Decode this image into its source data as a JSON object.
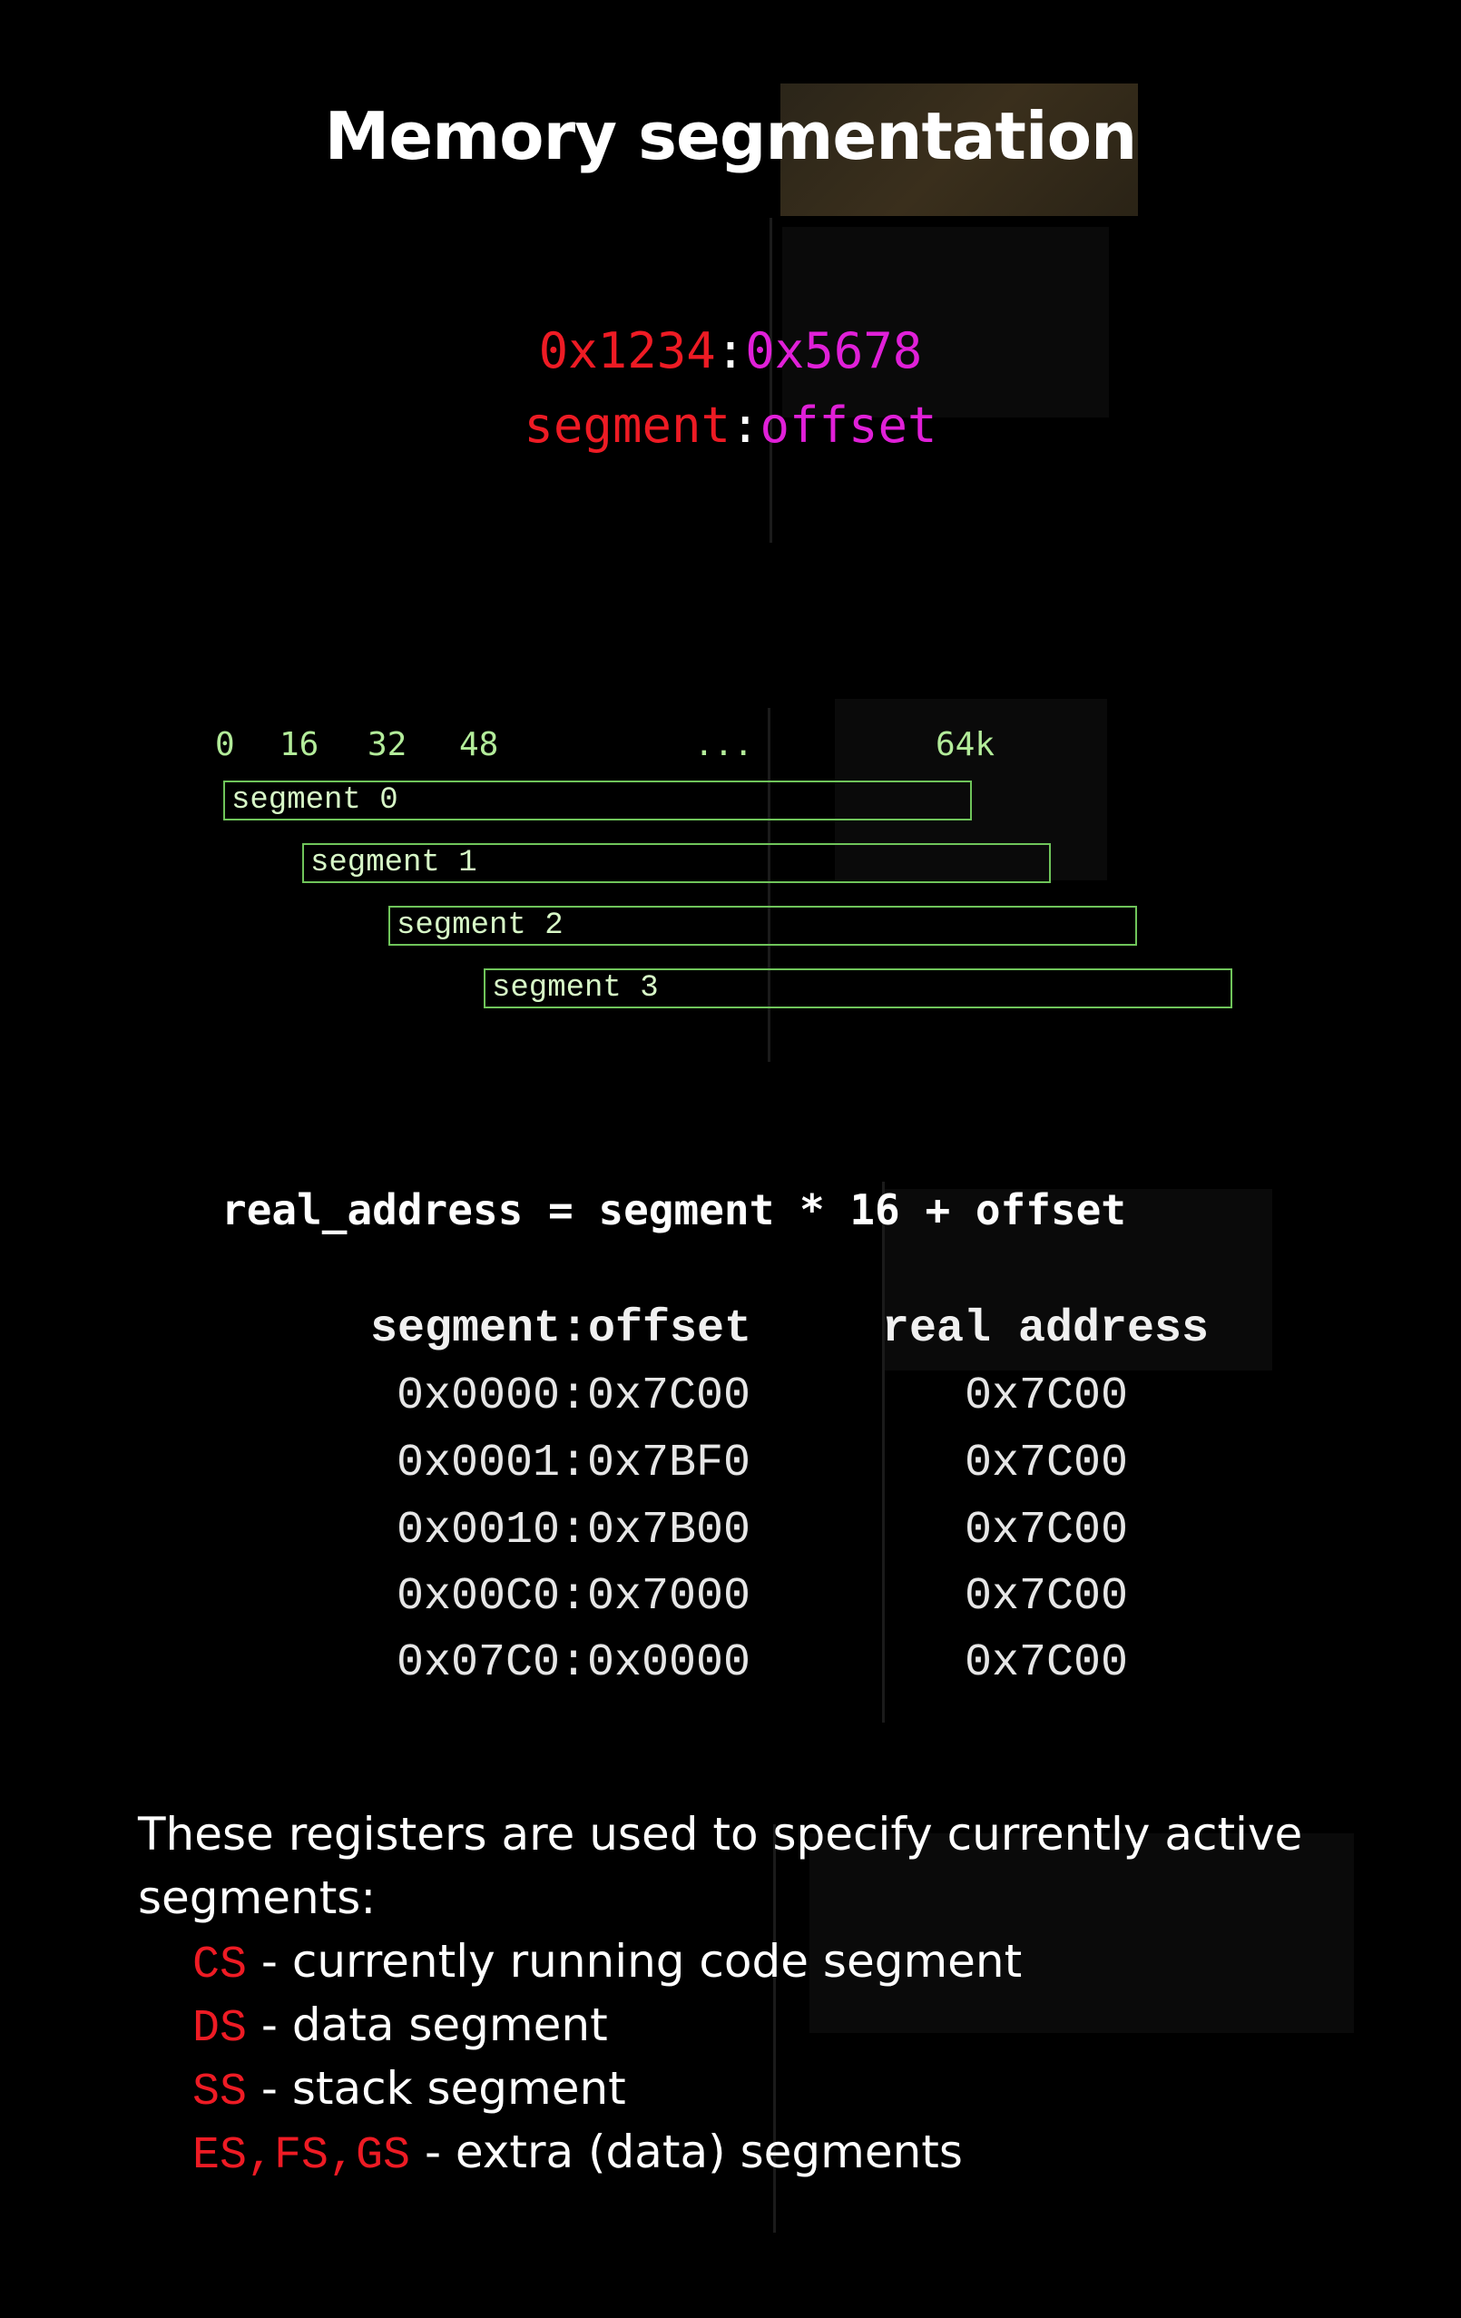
{
  "title": "Memory segmentation",
  "address_example": {
    "segment_value": "0x1234",
    "separator": ":",
    "offset_value": "0x5678",
    "segment_label": "segment",
    "offset_label": "offset",
    "colors": {
      "segment": "#ee1b24",
      "offset": "#e020d8"
    }
  },
  "segment_diagram": {
    "ticks": [
      "0",
      "16",
      "32",
      "48",
      "...",
      "64k"
    ],
    "segments": [
      "segment 0",
      "segment 1",
      "segment 2",
      "segment 3"
    ],
    "color": "#6fc45a"
  },
  "formula": "real_address = segment * 16 + offset",
  "table": {
    "headers": [
      "segment:offset",
      "real address"
    ],
    "rows": [
      [
        "0x0000:0x7C00",
        "0x7C00"
      ],
      [
        "0x0001:0x7BF0",
        "0x7C00"
      ],
      [
        "0x0010:0x7B00",
        "0x7C00"
      ],
      [
        "0x00C0:0x7000",
        "0x7C00"
      ],
      [
        "0x07C0:0x0000",
        "0x7C00"
      ]
    ]
  },
  "registers_intro": {
    "line1": "These registers are used to specify currently active",
    "line2": "segments:"
  },
  "registers": [
    {
      "name": "CS",
      "desc": " - currently running code segment"
    },
    {
      "name": "DS",
      "desc": " - data segment"
    },
    {
      "name": "SS",
      "desc": " - stack segment"
    },
    {
      "name": "ES,FS,GS",
      "desc": " - extra (data) segments"
    }
  ]
}
